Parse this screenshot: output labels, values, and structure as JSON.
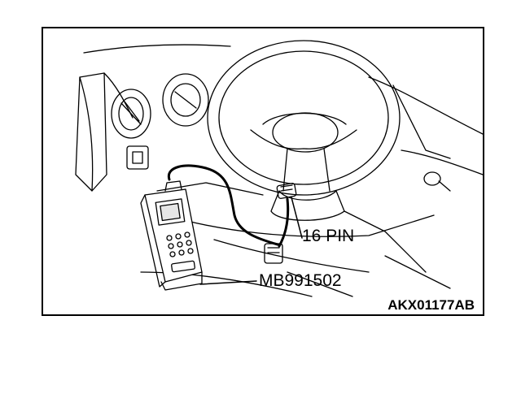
{
  "labels": {
    "connector": "16 PIN",
    "tool": "MB991502",
    "figure_code": "AKX01177AB"
  },
  "colors": {
    "ink": "#000000",
    "paper": "#ffffff"
  }
}
